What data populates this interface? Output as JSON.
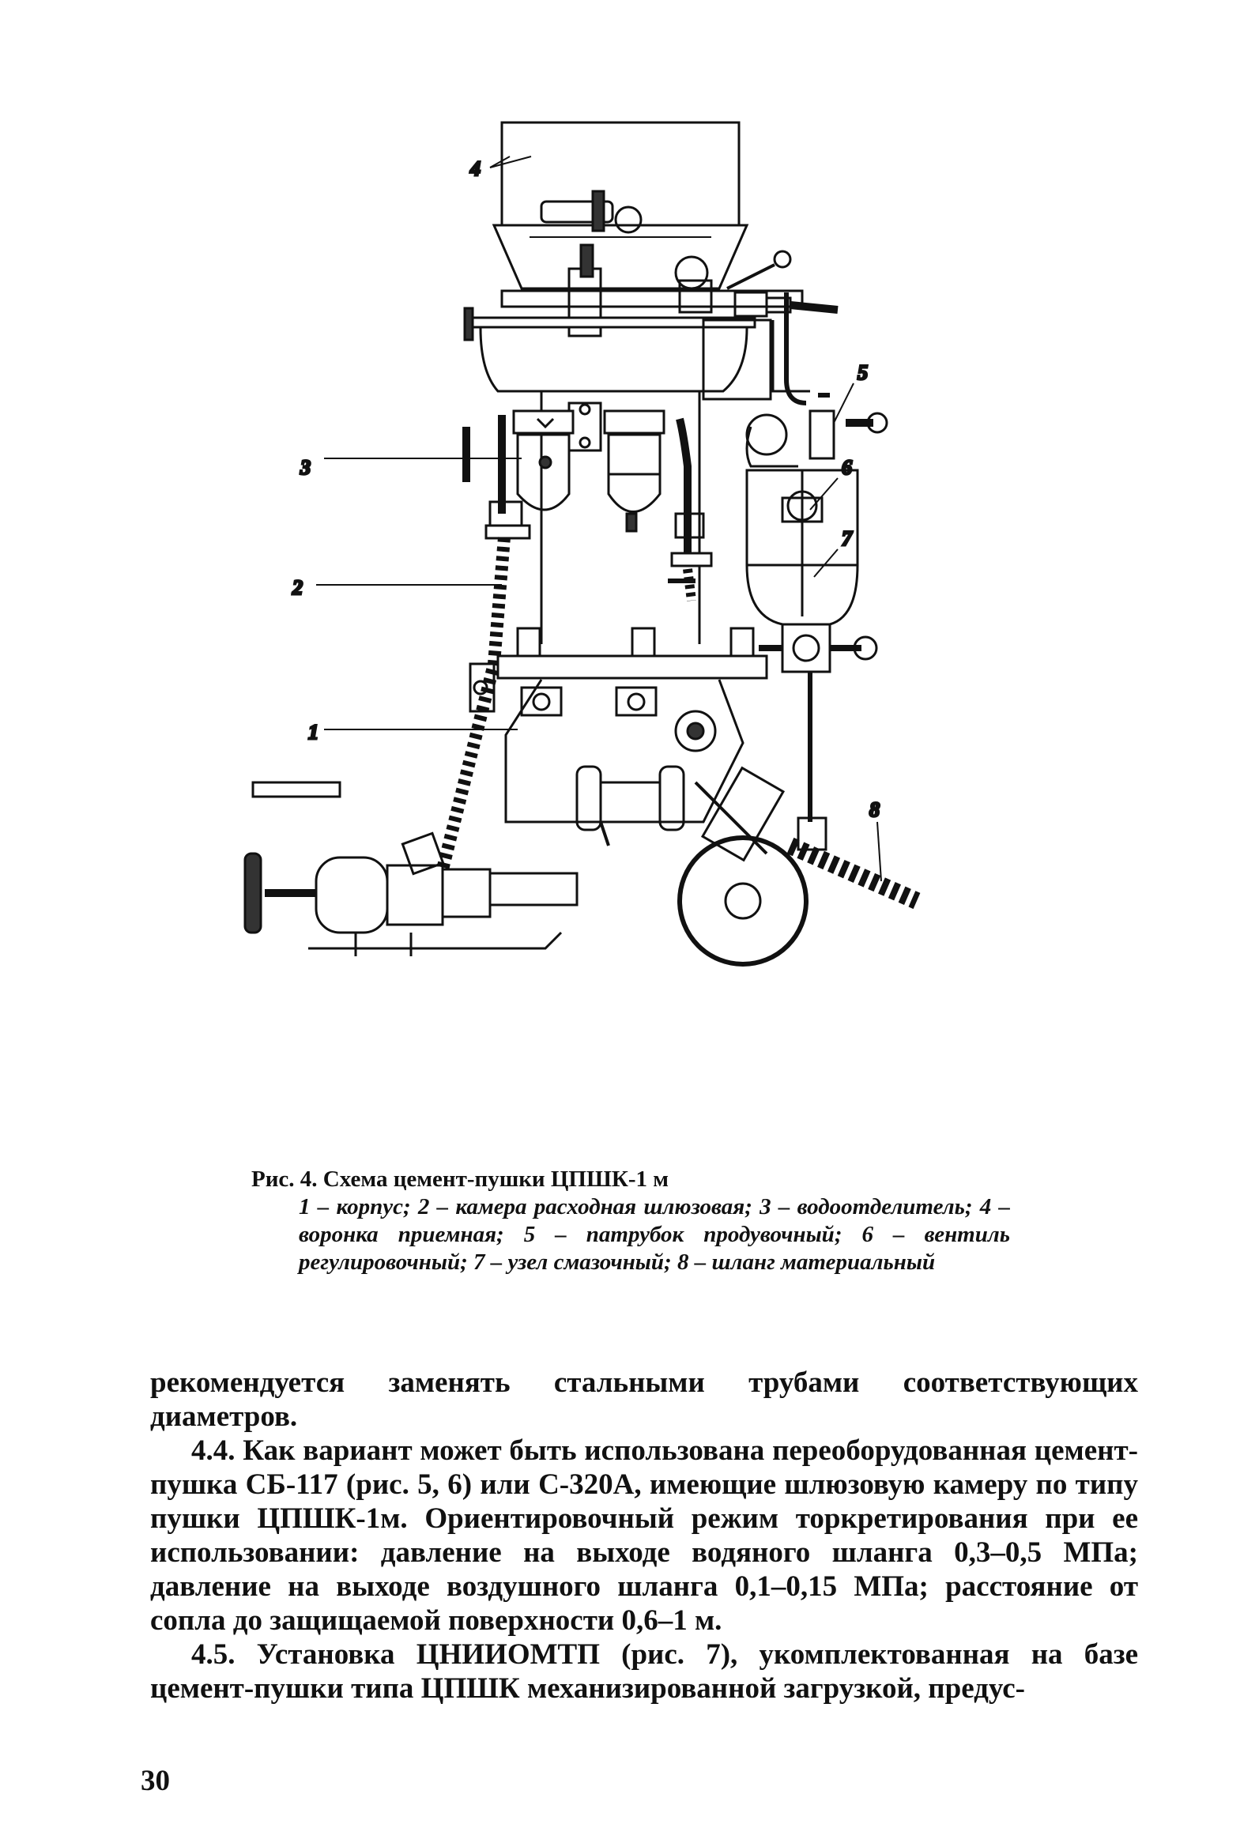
{
  "figure": {
    "callouts": [
      "4",
      "5",
      "6",
      "7",
      "3",
      "2",
      "1",
      "8"
    ]
  },
  "caption": {
    "title": "Рис. 4. Схема цемент-пушки ЦПШК-1 м",
    "legend": "1 – корпус; 2 – камера расходная шлюзовая; 3 – водоотделитель; 4 – воронка приемная; 5 – патрубок продувочный; 6 – вентиль регулировочный; 7 – узел смазочный; 8 – шланг материальный"
  },
  "body": {
    "paragraphs": [
      "рекомендуется заменять стальными трубами соответствующих диаметров.",
      "4.4. Как вариант может быть использована переоборудованная цемент-пушка СБ-117 (рис. 5, 6) или С-320А, имеющие шлюзовую камеру по типу пушки ЦПШК-1м. Ориентировочный режим торкретирования при ее использовании: давление на выходе водяного шланга 0,3–0,5 МПа; давление на выходе воздушного шланга 0,1–0,15 МПа; расстояние от сопла до защищаемой поверхности 0,6–1 м.",
      "4.5. Установка ЦНИИОМТП (рис. 7), укомплектованная на базе цемент-пушки типа ЦПШК механизированной загрузкой, предус-"
    ]
  },
  "page_number": "30"
}
